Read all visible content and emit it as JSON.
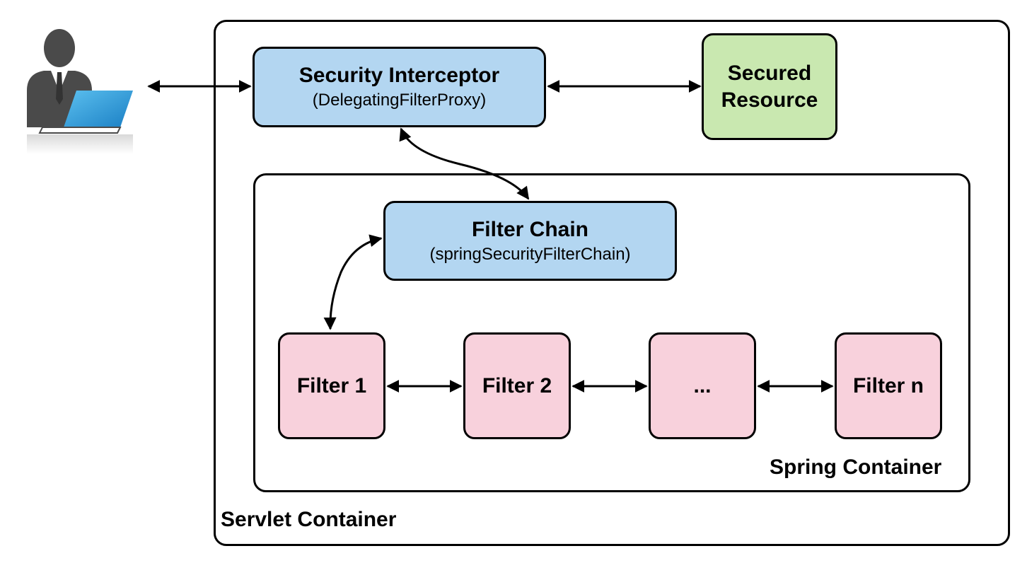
{
  "servlet_container": {
    "label": "Servlet Container"
  },
  "spring_container": {
    "label": "Spring Container"
  },
  "user": {
    "icon": "user-with-laptop-icon"
  },
  "security_interceptor": {
    "title": "Security Interceptor",
    "subtitle": "(DelegatingFilterProxy)"
  },
  "secured_resource": {
    "line1": "Secured",
    "line2": "Resource"
  },
  "filter_chain": {
    "title": "Filter Chain",
    "subtitle": "(springSecurityFilterChain)"
  },
  "filters": [
    {
      "label": "Filter 1"
    },
    {
      "label": "Filter 2"
    },
    {
      "label": "..."
    },
    {
      "label": "Filter n"
    }
  ],
  "colors": {
    "interceptor": "#b3d6f1",
    "resource": "#c9e8b0",
    "filter": "#f8d1dc",
    "stroke": "#000000"
  }
}
